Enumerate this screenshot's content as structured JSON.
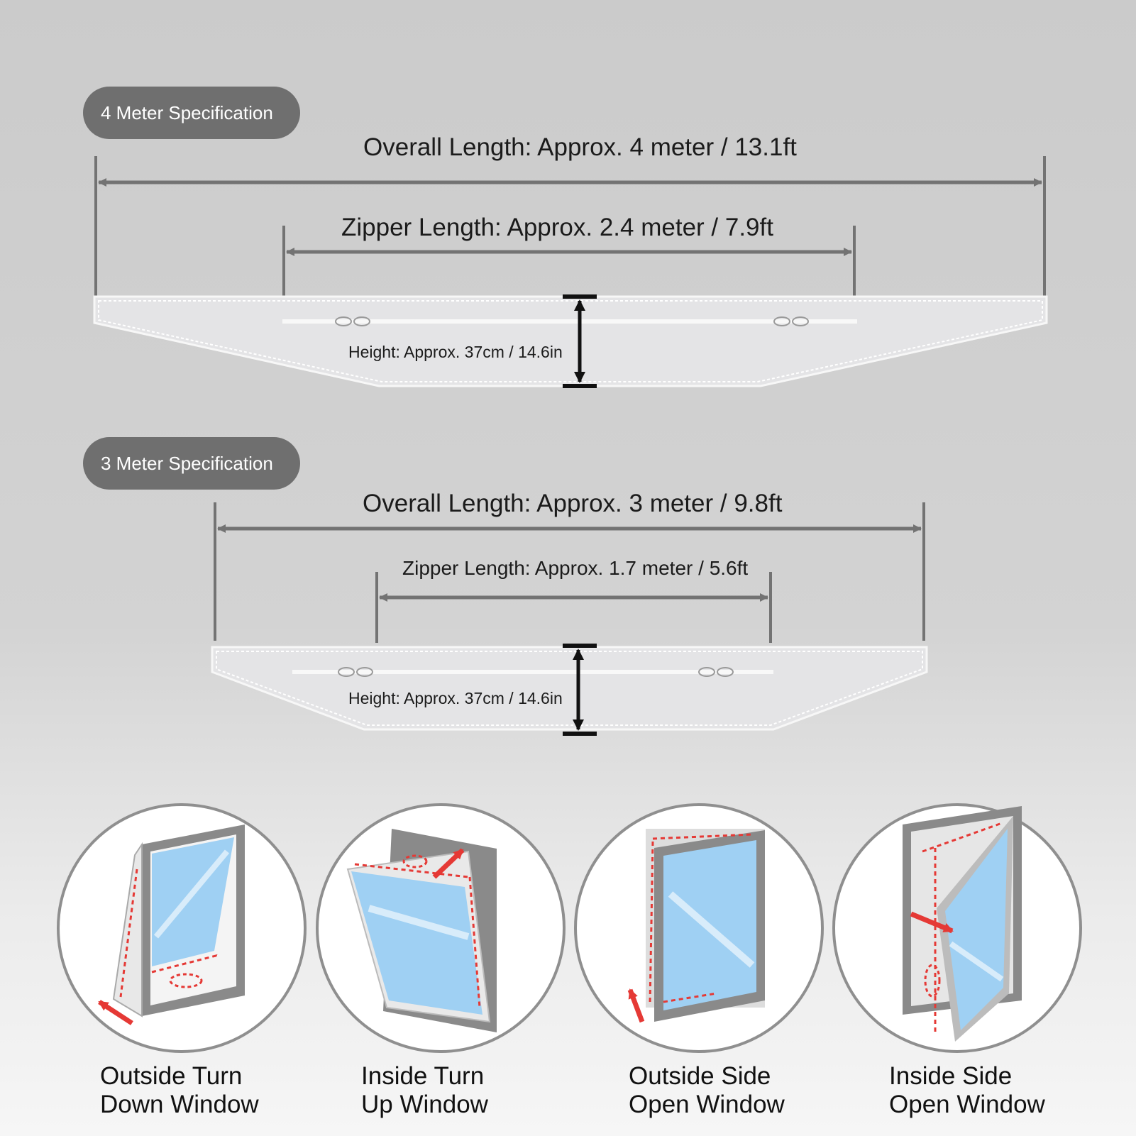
{
  "specs": [
    {
      "badge": "4 Meter Specification",
      "overall": "Overall Length: Approx. 4 meter / 13.1ft",
      "zipper": "Zipper Length: Approx. 2.4 meter / 7.9ft",
      "height": "Height: Approx. 37cm / 14.6in"
    },
    {
      "badge": "3 Meter Specification",
      "overall": "Overall Length: Approx. 3 meter / 9.8ft",
      "zipper": "Zipper Length: Approx. 1.7 meter / 5.6ft",
      "height": "Height: Approx. 37cm / 14.6in"
    }
  ],
  "windows": [
    {
      "line1": "Outside Turn",
      "line2": "Down Window",
      "icon": "outside-turn-down-window-icon"
    },
    {
      "line1": "Inside Turn",
      "line2": "Up Window",
      "icon": "inside-turn-up-window-icon"
    },
    {
      "line1": "Outside Side",
      "line2": "Open Window",
      "icon": "outside-side-open-window-icon"
    },
    {
      "line1": "Inside Side",
      "line2": "Open Window",
      "icon": "inside-side-open-window-icon"
    }
  ],
  "colors": {
    "dimension_line": "#737373",
    "height_marker": "#111111",
    "fabric": "#e4e4e6",
    "glass": "#9fd0f3",
    "frame": "#8a8a8a",
    "seal_line": "#e53935",
    "badge": "#6f6f6f"
  }
}
